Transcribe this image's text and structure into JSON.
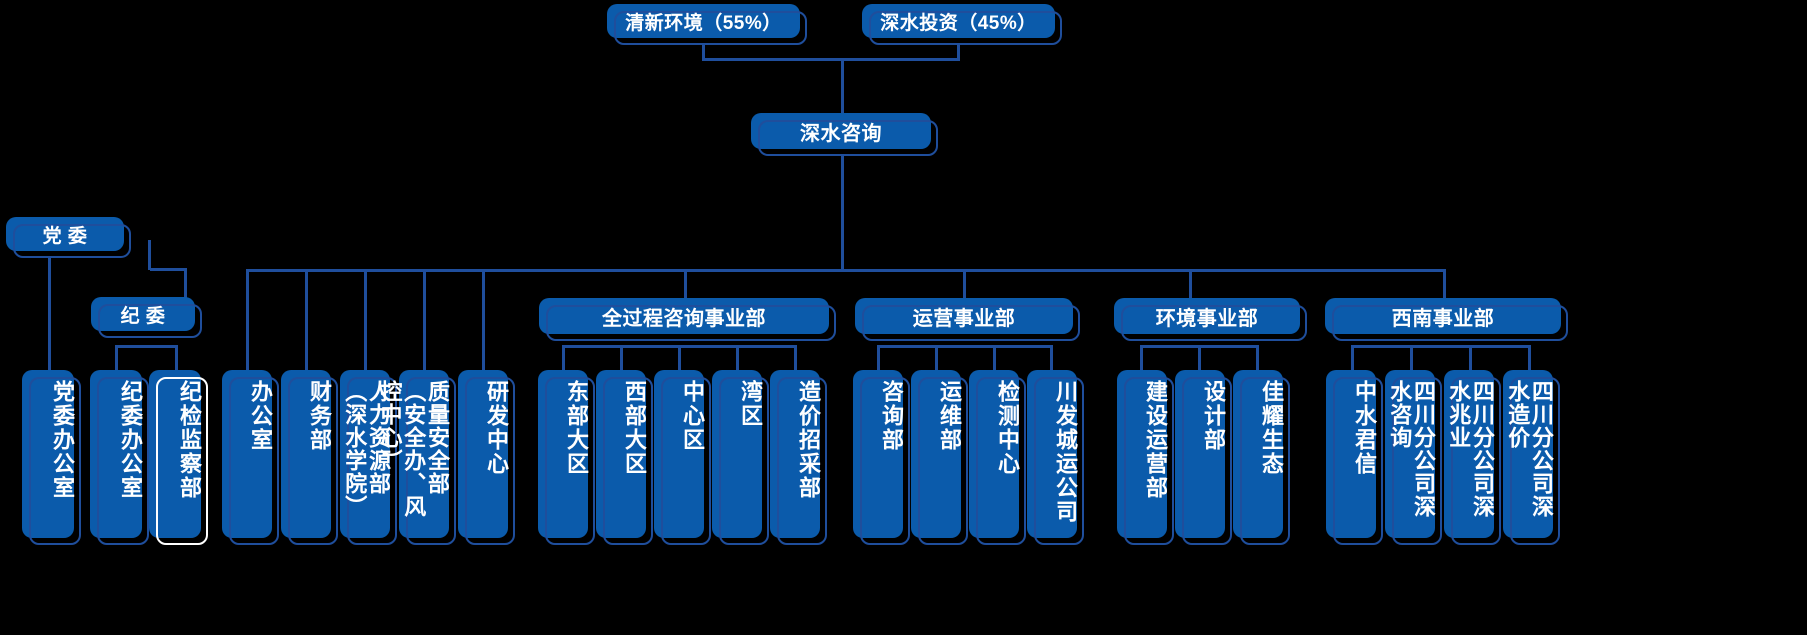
{
  "chart_meta": {
    "type": "org-chart",
    "background_color": "#000000",
    "node_color": "#0b5bab",
    "line_color": "#1f4e9c",
    "text_color": "#ffffff"
  },
  "top": {
    "shareholders": [
      {
        "label": "清新环境（55%）",
        "share": "55%"
      },
      {
        "label": "深水投资（45%）",
        "share": "45%"
      }
    ],
    "company": "深水咨询"
  },
  "party": {
    "committee": "党 委",
    "discipline": "纪 委",
    "leaves": [
      "党委办公室",
      "纪委办公室",
      "纪检监察部"
    ]
  },
  "functional": {
    "leaves": [
      "办公室",
      "财务部",
      "人力资源部（深水学院）",
      "质量安全部（安全办、风控中心）",
      "研发中心"
    ]
  },
  "divisions": [
    {
      "name": "全过程咨询事业部",
      "leaves": [
        "东部大区",
        "西部大区",
        "中心区",
        "湾区",
        "造价招采部"
      ]
    },
    {
      "name": "运营事业部",
      "leaves": [
        "咨询部",
        "运维部",
        "检测中心",
        "川发城运公司"
      ]
    },
    {
      "name": "环境事业部",
      "leaves": [
        "建设运营部",
        "设计部",
        "佳耀生态"
      ]
    },
    {
      "name": "西南事业部",
      "leaves": [
        "中水君信",
        "四川分公司深水咨询",
        "四川分公司深水兆业",
        "四川分公司深水造价"
      ]
    }
  ]
}
